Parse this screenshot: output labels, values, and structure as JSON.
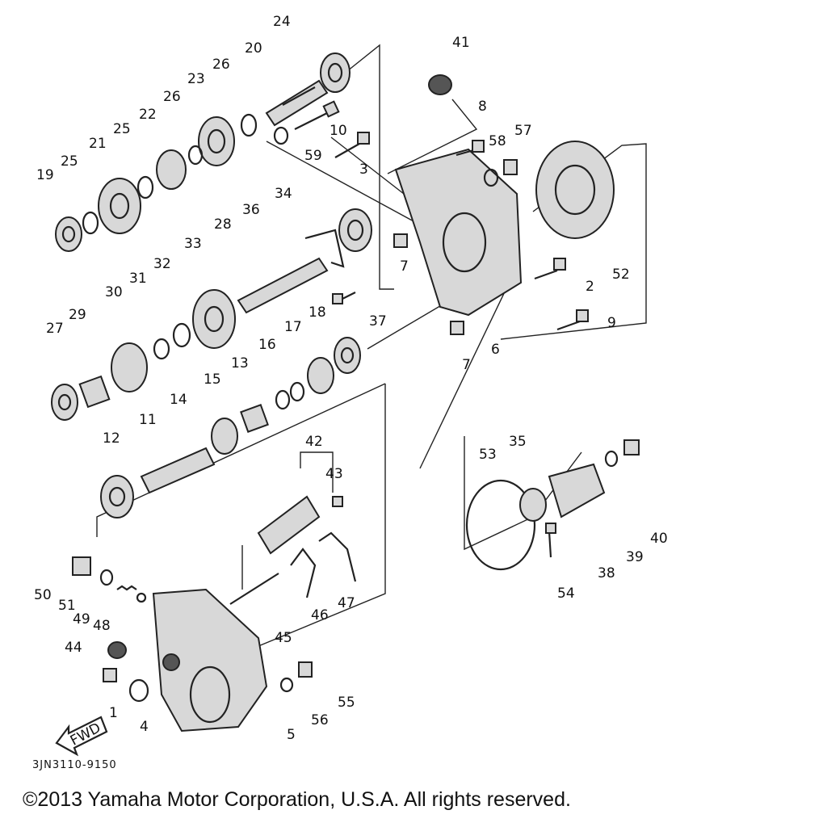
{
  "drawing_code": "3JN3110-9150",
  "copyright": "©2013 Yamaha Motor Corporation, U.S.A. All rights reserved.",
  "fwd_label": "FWD",
  "callouts": {
    "c1": "1",
    "c2": "2",
    "c3": "3",
    "c4": "4",
    "c5": "5",
    "c6": "6",
    "c7a": "7",
    "c7b": "7",
    "c8": "8",
    "c9": "9",
    "c10": "10",
    "c11": "11",
    "c12": "12",
    "c13": "13",
    "c14": "14",
    "c15": "15",
    "c16": "16",
    "c17": "17",
    "c18": "18",
    "c19": "19",
    "c20": "20",
    "c21": "21",
    "c22": "22",
    "c23": "23",
    "c24": "24",
    "c25a": "25",
    "c25b": "25",
    "c26a": "26",
    "c26b": "26",
    "c27": "27",
    "c28": "28",
    "c29": "29",
    "c30": "30",
    "c31": "31",
    "c32": "32",
    "c33": "33",
    "c34": "34",
    "c35": "35",
    "c36": "36",
    "c37": "37",
    "c38": "38",
    "c39": "39",
    "c40": "40",
    "c41": "41",
    "c42": "42",
    "c43": "43",
    "c44": "44",
    "c45": "45",
    "c46": "46",
    "c47": "47",
    "c48": "48",
    "c49": "49",
    "c50": "50",
    "c51": "51",
    "c52": "52",
    "c53": "53",
    "c54": "54",
    "c55": "55",
    "c56": "56",
    "c57": "57",
    "c58": "58",
    "c59": "59"
  }
}
